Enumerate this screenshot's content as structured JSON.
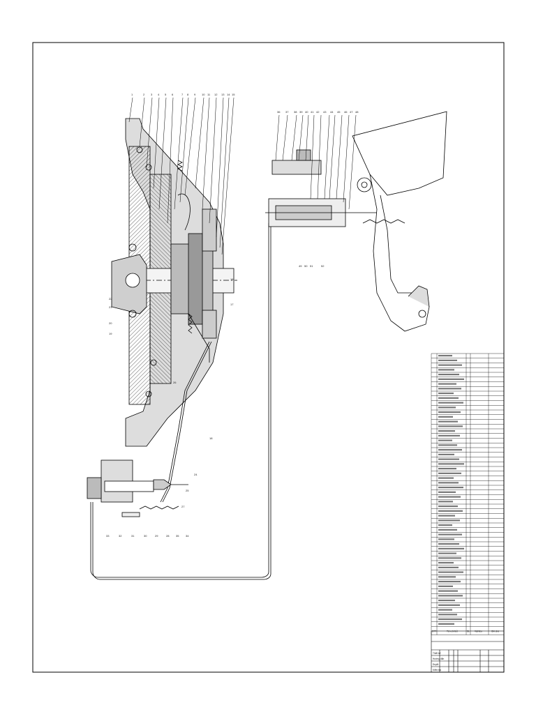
{
  "drawing": {
    "callouts_top_left": [
      "1",
      "2",
      "3",
      "4",
      "5",
      "6",
      "7",
      "8",
      "9",
      "10",
      "11",
      "12",
      "13",
      "14",
      "15"
    ],
    "callouts_top_right": [
      "36",
      "37",
      "38",
      "39",
      "40",
      "41",
      "42",
      "43",
      "44",
      "45",
      "46",
      "47",
      "48"
    ],
    "callouts_bottom_mid": [
      "49",
      "50",
      "51",
      "52"
    ],
    "callouts_left_side": [
      "22",
      "21",
      "20",
      "19"
    ],
    "callouts_right_side": [
      "16",
      "17"
    ],
    "callouts_cable": [
      "18",
      "24",
      "25",
      "26",
      "27"
    ],
    "callouts_bottom_cylinder": [
      "33",
      "32",
      "31",
      "30",
      "29",
      "28",
      "35",
      "34"
    ]
  },
  "parts_list": {
    "rows_count": 58,
    "footer": {
      "col1": "STT",
      "col2": "Tên chi tiết",
      "col3": "SL",
      "col4": "Vật liệu",
      "col5": "Ghi chú"
    }
  },
  "title_block": {
    "rows": [
      "Thiết kế",
      "Hướng dẫn",
      "Duyệt",
      "Kiểm tra"
    ]
  }
}
